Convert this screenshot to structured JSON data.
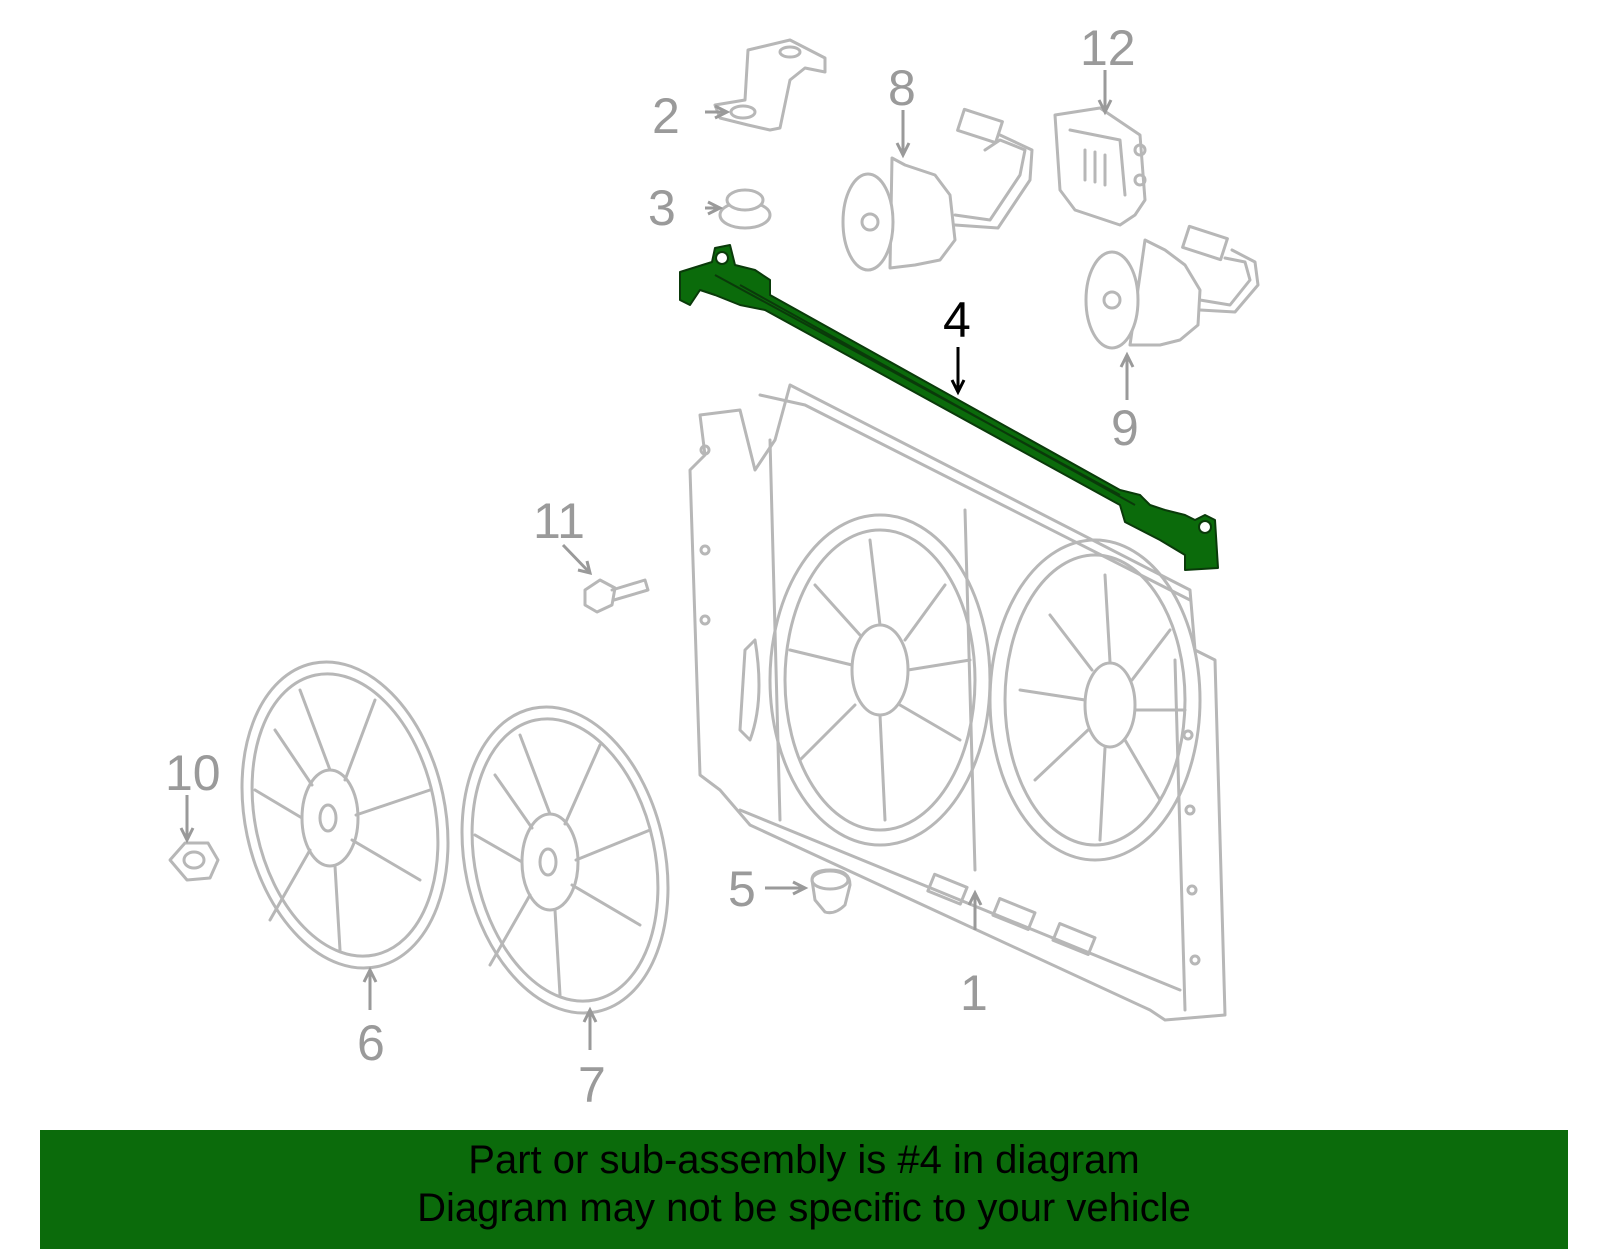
{
  "callouts": [
    {
      "id": "1",
      "label": "1"
    },
    {
      "id": "2",
      "label": "2"
    },
    {
      "id": "3",
      "label": "3"
    },
    {
      "id": "4",
      "label": "4"
    },
    {
      "id": "5",
      "label": "5"
    },
    {
      "id": "6",
      "label": "6"
    },
    {
      "id": "7",
      "label": "7"
    },
    {
      "id": "8",
      "label": "8"
    },
    {
      "id": "9",
      "label": "9"
    },
    {
      "id": "10",
      "label": "10"
    },
    {
      "id": "11",
      "label": "11"
    },
    {
      "id": "12",
      "label": "12"
    }
  ],
  "highlighted_part": "4",
  "colors": {
    "highlight": "#0b6b0b",
    "banner": "#0b6b0b",
    "part_outline": "#b7b7b7",
    "label": "#9a9a9a"
  },
  "banner": {
    "line1": "Part or sub-assembly is #4 in diagram",
    "line2": "Diagram may not be specific to your vehicle"
  }
}
